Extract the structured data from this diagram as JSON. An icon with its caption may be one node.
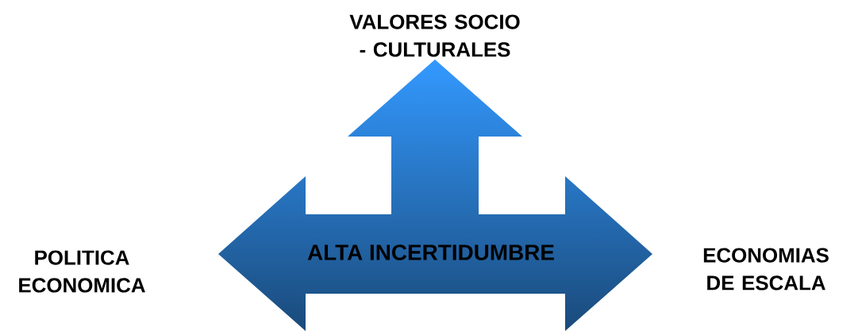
{
  "diagram": {
    "nodes": [
      {
        "text": [
          "ALTA INCERTIDUMBRE"
        ]
      }
    ],
    "labels": [
      "VALORES SOCIO - CULTURALES",
      "POLITICA ECONOMICA",
      "ECONOMIAS DE ESCALA"
    ]
  }
}
